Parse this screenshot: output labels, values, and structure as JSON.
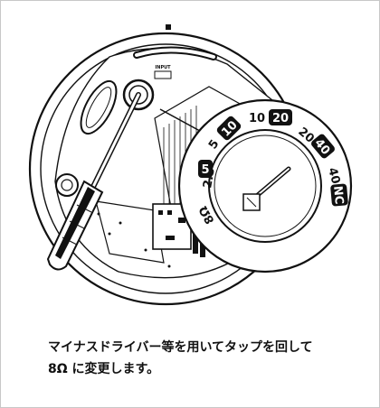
{
  "illustration": {
    "ceiling_label": "INPUT",
    "dial_settings_outer": [
      "2.5",
      "5",
      "5",
      "10"
    ],
    "dial_settings_top": [
      "10",
      "20"
    ],
    "dial_settings_right": [
      "20",
      "40",
      "40",
      "NC"
    ],
    "dial_setting_ohm": "8Ω",
    "icons": [
      "screwdriver-icon",
      "tap-dial-icon"
    ]
  },
  "caption": {
    "line1": "マイナスドライバー等を用いてタップを回して",
    "line2": "8Ω に変更します。"
  }
}
